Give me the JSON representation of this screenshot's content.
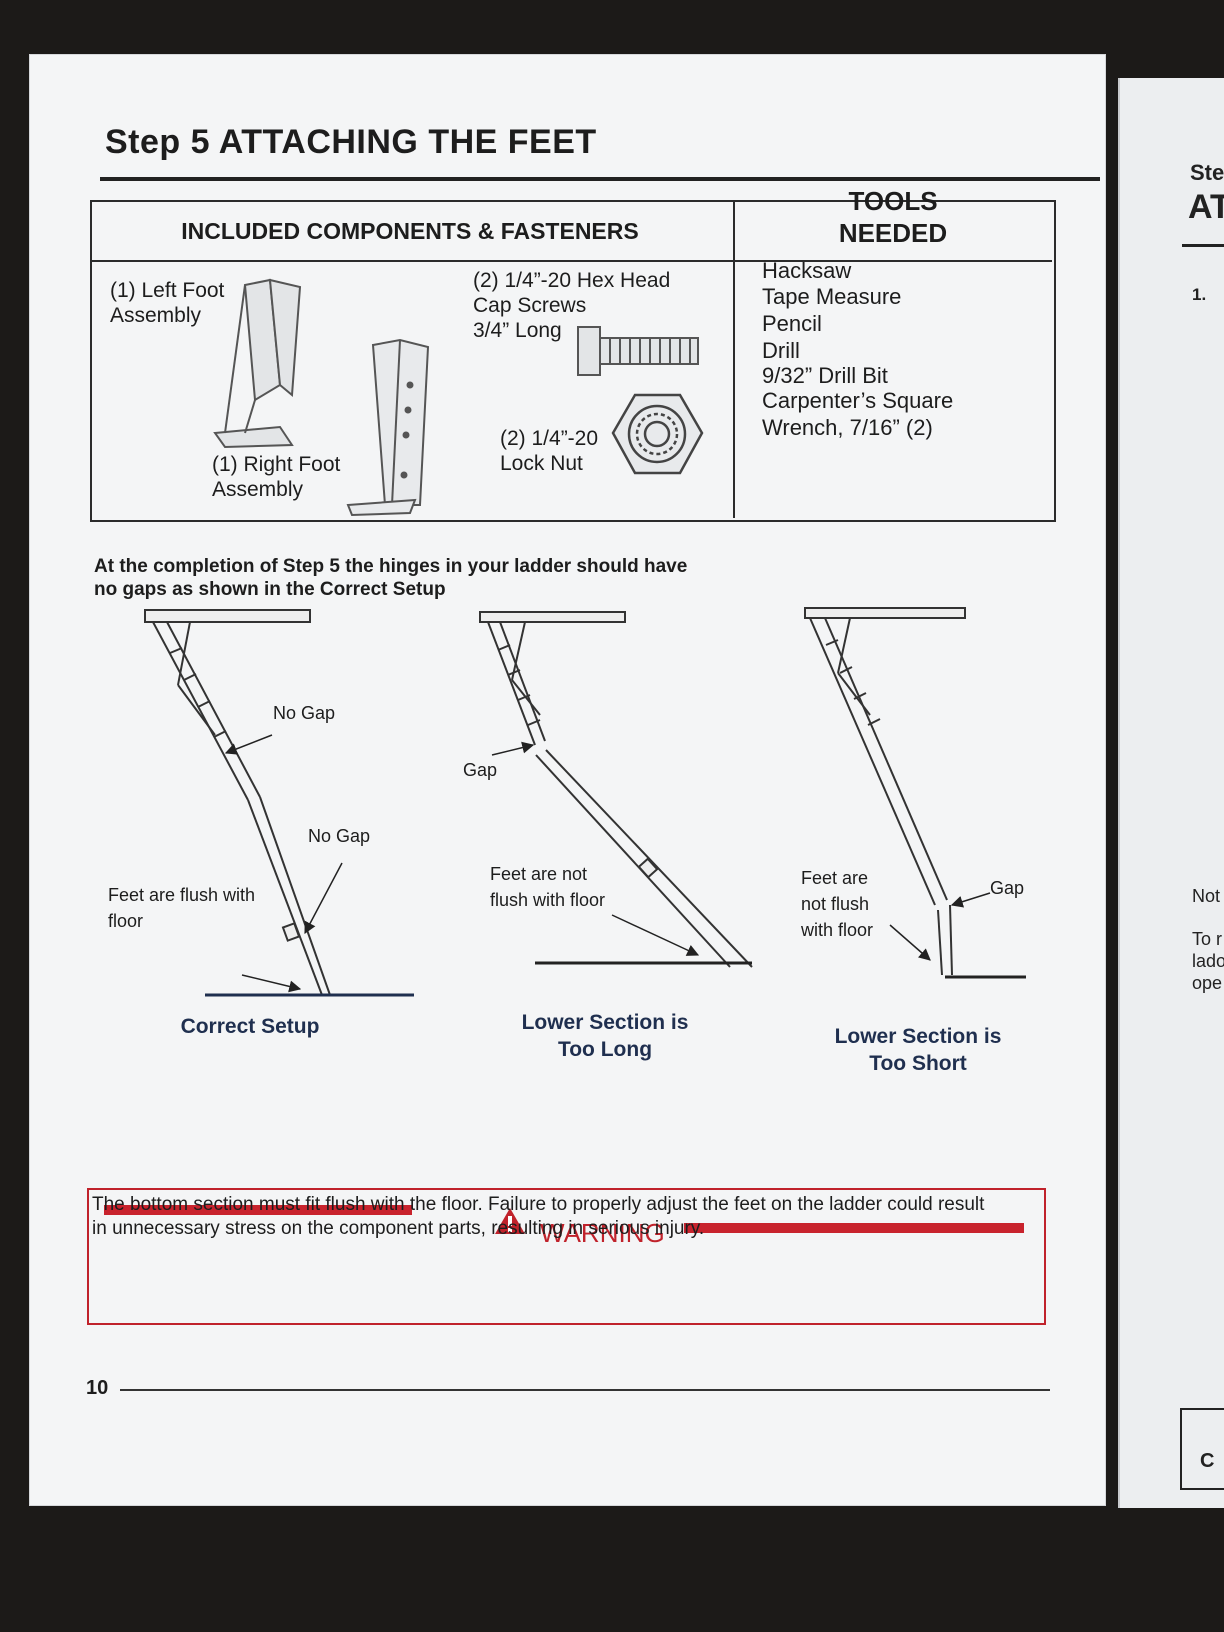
{
  "next_page": {
    "step": "Ste",
    "heading": "AT",
    "item": "1.",
    "note": "Not",
    "text_lines": [
      "To r",
      "lado",
      "ope"
    ],
    "box_letter": "C"
  },
  "title": "Step 5  ATTACHING THE FEET",
  "components": {
    "header": "INCLUDED COMPONENTS & FASTENERS",
    "left_foot": [
      "(1) Left Foot",
      "Assembly"
    ],
    "right_foot": [
      "(1) Right Foot",
      "Assembly"
    ],
    "cap_screws": [
      "(2) 1/4”-20 Hex Head",
      "Cap Screws",
      "3/4” Long"
    ],
    "lock_nut": [
      "(2) 1/4”-20",
      "Lock Nut"
    ]
  },
  "tools": {
    "header": [
      "TOOLS",
      "NEEDED"
    ],
    "items": [
      "Hacksaw",
      "Tape Measure",
      "Pencil",
      "Drill",
      "9/32” Drill Bit",
      "Carpenter’s Square",
      "Wrench, 7/16” (2)"
    ]
  },
  "completion_text": [
    "At the completion of Step 5 the hinges in your ladder should have",
    "no gaps as shown in the Correct Setup"
  ],
  "diagrams": {
    "correct": {
      "no_gap_1": "No Gap",
      "no_gap_2": "No Gap",
      "flush": [
        "Feet are flush with",
        "floor"
      ],
      "caption": "Correct Setup"
    },
    "too_long": {
      "gap": "Gap",
      "not_flush": [
        "Feet are not",
        "flush with floor"
      ],
      "caption": [
        "Lower Section is",
        "Too Long"
      ]
    },
    "too_short": {
      "gap": "Gap",
      "not_flush": [
        "Feet are",
        "not flush",
        "with floor"
      ],
      "caption": [
        "Lower Section is",
        "Too Short"
      ]
    }
  },
  "warning": {
    "title": "WARNING",
    "text": [
      "The bottom section must fit flush with the floor. Failure to properly adjust the feet on the ladder could result",
      "in unnecessary stress on the component parts, resulting in serious injury."
    ],
    "color": "#c0222b"
  },
  "page_number": "10"
}
